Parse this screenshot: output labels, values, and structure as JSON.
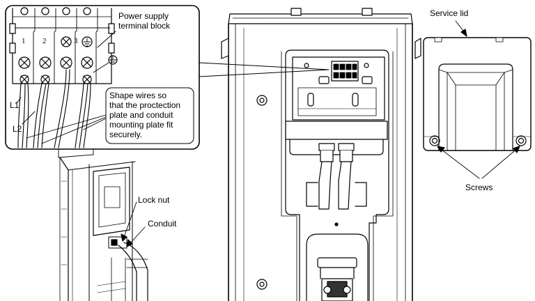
{
  "labels": {
    "power_supply_line1": "Power supply",
    "power_supply_line2": "terminal block",
    "l1": "L1",
    "l2": "L2",
    "shape_wires_line1": "Shape wires so",
    "shape_wires_line2": "that the proctection",
    "shape_wires_line3": "plate and conduit",
    "shape_wires_line4": "mounting plate fit",
    "shape_wires_line5": "securely.",
    "lock_nut": "Lock nut",
    "conduit": "Conduit",
    "service_lid": "Service lid",
    "screws": "Screws"
  },
  "terminals": {
    "t1": "1",
    "t2": "2",
    "t3": "3"
  }
}
